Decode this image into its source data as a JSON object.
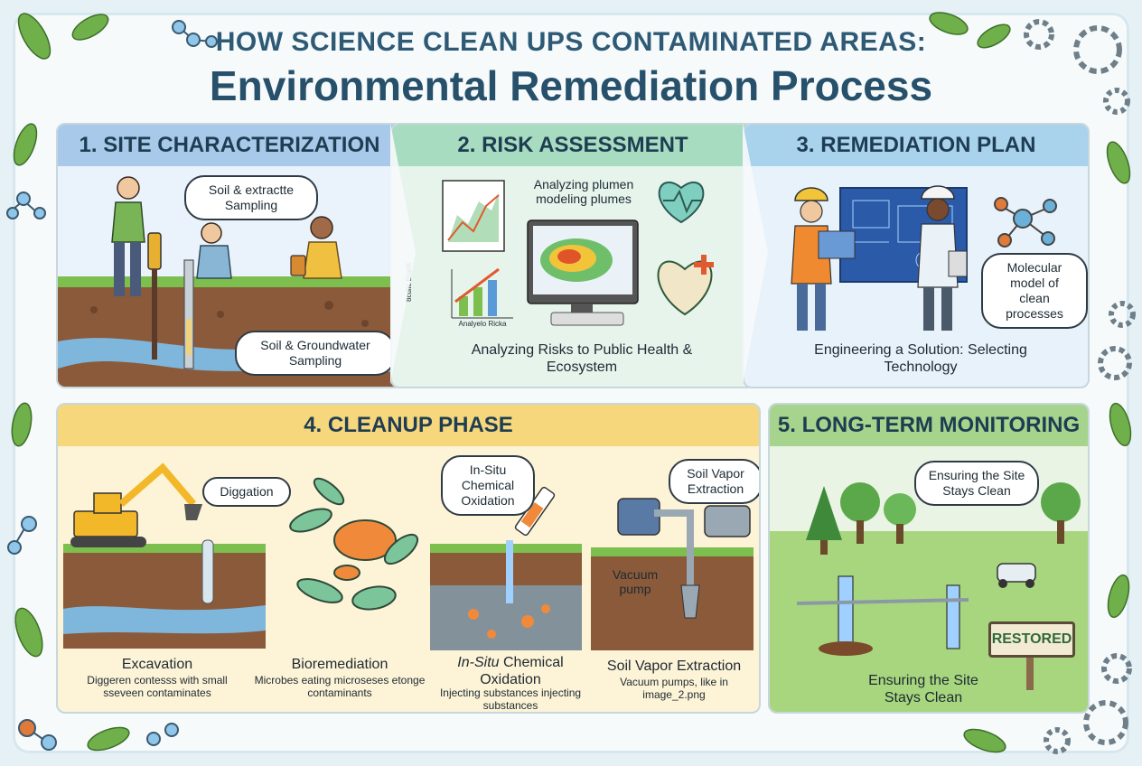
{
  "header": {
    "kicker": "HOW SCIENCE CLEAN UPS CONTAMINATED AREAS:",
    "title": "Environmental Remediation Process"
  },
  "steps": {
    "site": {
      "title": "1. SITE CHARACTERIZATION",
      "bubble_top": "Soil & extractte Sampling",
      "bubble_bottom": "Soil & Groundwater Sampling"
    },
    "risk": {
      "title": "2. RISK ASSESSMENT",
      "bubble_top": "Analyzing plumen modeling plumes",
      "chart_side_label": "8cdlic Btanlt",
      "chart_bottom_label": "Analyelo Ricka",
      "caption": "Analyzing Risks to Public Health & Ecosystem"
    },
    "plan": {
      "title": "3. REMEDIATION PLAN",
      "bubble": "Molecular model of clean processes",
      "caption": "Engineering a Solution: Selecting Technology"
    },
    "cleanup": {
      "title": "4. CLEANUP PHASE",
      "excavation": {
        "bubble": "Diggation",
        "title": "Excavation",
        "desc": "Diggeren contesss with small sseveen contaminates"
      },
      "bio": {
        "title": "Bioremediation",
        "desc": "Microbes eating microseses etonge contaminants"
      },
      "isco": {
        "bubble": "In-Situ Chemical Oxidation",
        "title_italic": "In-Situ",
        "title_rest": " Chemical Oxidation",
        "desc": "Injecting substances injecting substances"
      },
      "sve": {
        "bubble": "Soil Vapor Extraction",
        "pump_label": "Vacuum pump",
        "title": "Soil Vapor Extraction",
        "desc": "Vacuum pumps, like in image_2.png"
      }
    },
    "monitor": {
      "title": "5. LONG-TERM MONITORING",
      "bubble": "Ensuring the Site Stays Clean",
      "sign": "RESTORED",
      "caption": "Ensuring the Site Stays Clean"
    }
  },
  "colors": {
    "title": "#27506b",
    "soil": "#8a5a3a",
    "water": "#7fb6dc",
    "grass": "#7cbf4e"
  }
}
